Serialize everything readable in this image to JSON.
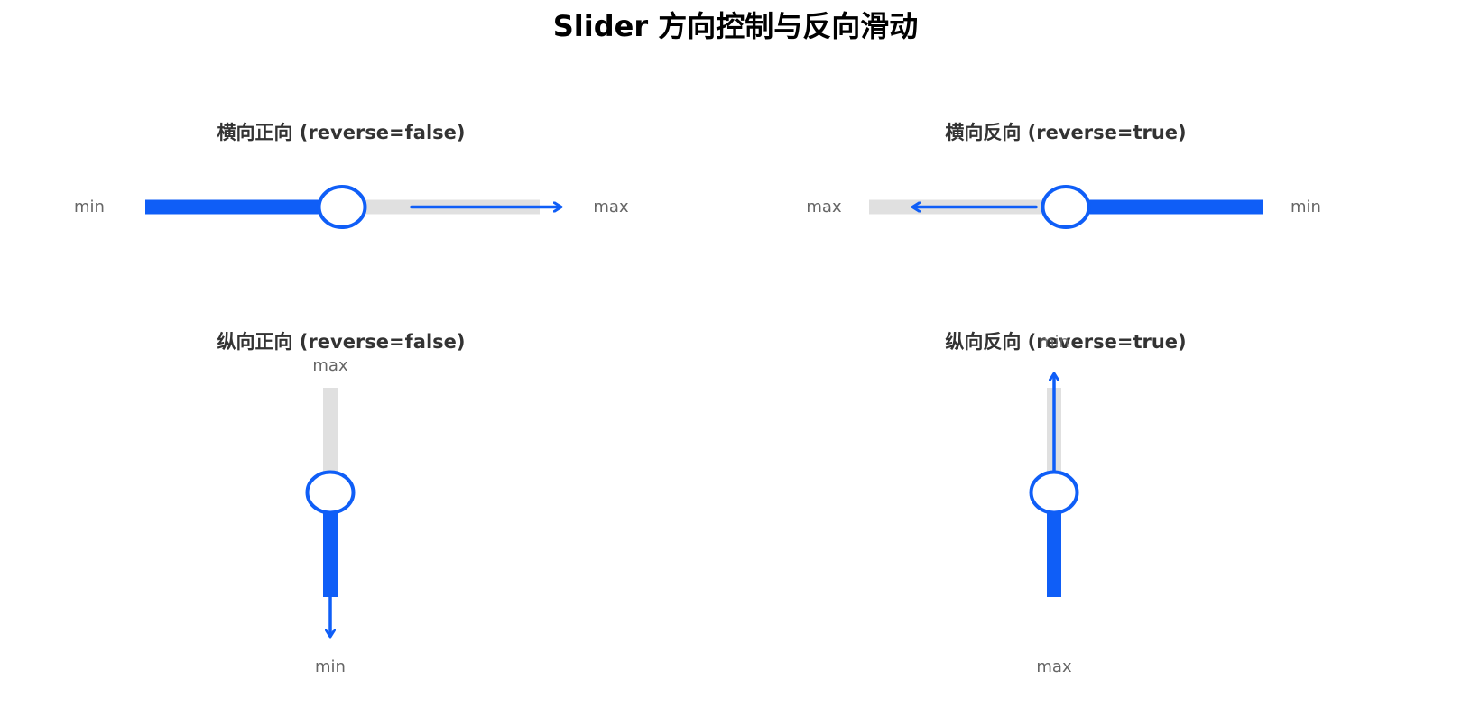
{
  "page": {
    "title": "Slider 方向控制与反向滑动"
  },
  "colors": {
    "accent": "#0f5ef7",
    "track": "#e0e0e0",
    "label": "#666666",
    "heading": "#333333",
    "handle_fill": "#ffffff"
  },
  "panels": {
    "horizontal_forward": {
      "title": "横向正向 (reverse=false)",
      "orientation": "horizontal",
      "reverse": false,
      "value_fraction": 0.5,
      "left_label": "min",
      "right_label": "max",
      "arrow_direction": "right",
      "arrow_icon": "arrow-right-icon"
    },
    "horizontal_reverse": {
      "title": "横向反向 (reverse=true)",
      "orientation": "horizontal",
      "reverse": true,
      "value_fraction": 0.5,
      "left_label": "max",
      "right_label": "min",
      "arrow_direction": "left",
      "arrow_icon": "arrow-left-icon"
    },
    "vertical_forward": {
      "title": "纵向正向 (reverse=false)",
      "orientation": "vertical",
      "reverse": false,
      "value_fraction": 0.5,
      "top_label": "max",
      "bottom_label": "min",
      "arrow_direction": "down",
      "arrow_icon": "arrow-down-icon"
    },
    "vertical_reverse": {
      "title": "纵向反向 (reverse=true)",
      "orientation": "vertical",
      "reverse": true,
      "value_fraction": 0.5,
      "top_label": "min",
      "bottom_label": "max",
      "arrow_direction": "up",
      "arrow_icon": "arrow-up-icon"
    }
  }
}
